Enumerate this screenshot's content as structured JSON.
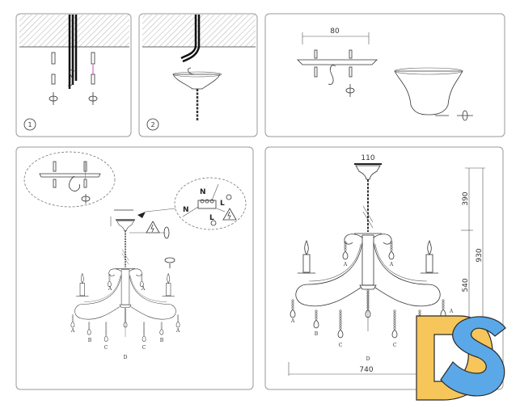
{
  "panels": {
    "step1": {
      "number": "1"
    },
    "step2": {
      "number": "2"
    },
    "mount": {
      "width_label": "80"
    },
    "wiring": {
      "labels": [
        "N",
        "L",
        "N",
        "L"
      ],
      "crystal_labels": [
        "A",
        "A",
        "A",
        "A",
        "B",
        "B",
        "C",
        "C",
        "D"
      ]
    },
    "dimensions": {
      "canopy_width": "110",
      "chain_height": "390",
      "total_height": "930",
      "body_height": "540",
      "overall_width": "740",
      "crystal_labels": [
        "A",
        "A",
        "A",
        "A",
        "B",
        "C",
        "C",
        "D"
      ]
    }
  },
  "logo": {
    "text": "DS",
    "colors": {
      "d": "#f6c65b",
      "s": "#5aa8e8",
      "outline": "#2a2a2a"
    }
  },
  "colors": {
    "panel_border": "#9a9a9a",
    "line": "#333333",
    "highlight": "#d040c0"
  }
}
